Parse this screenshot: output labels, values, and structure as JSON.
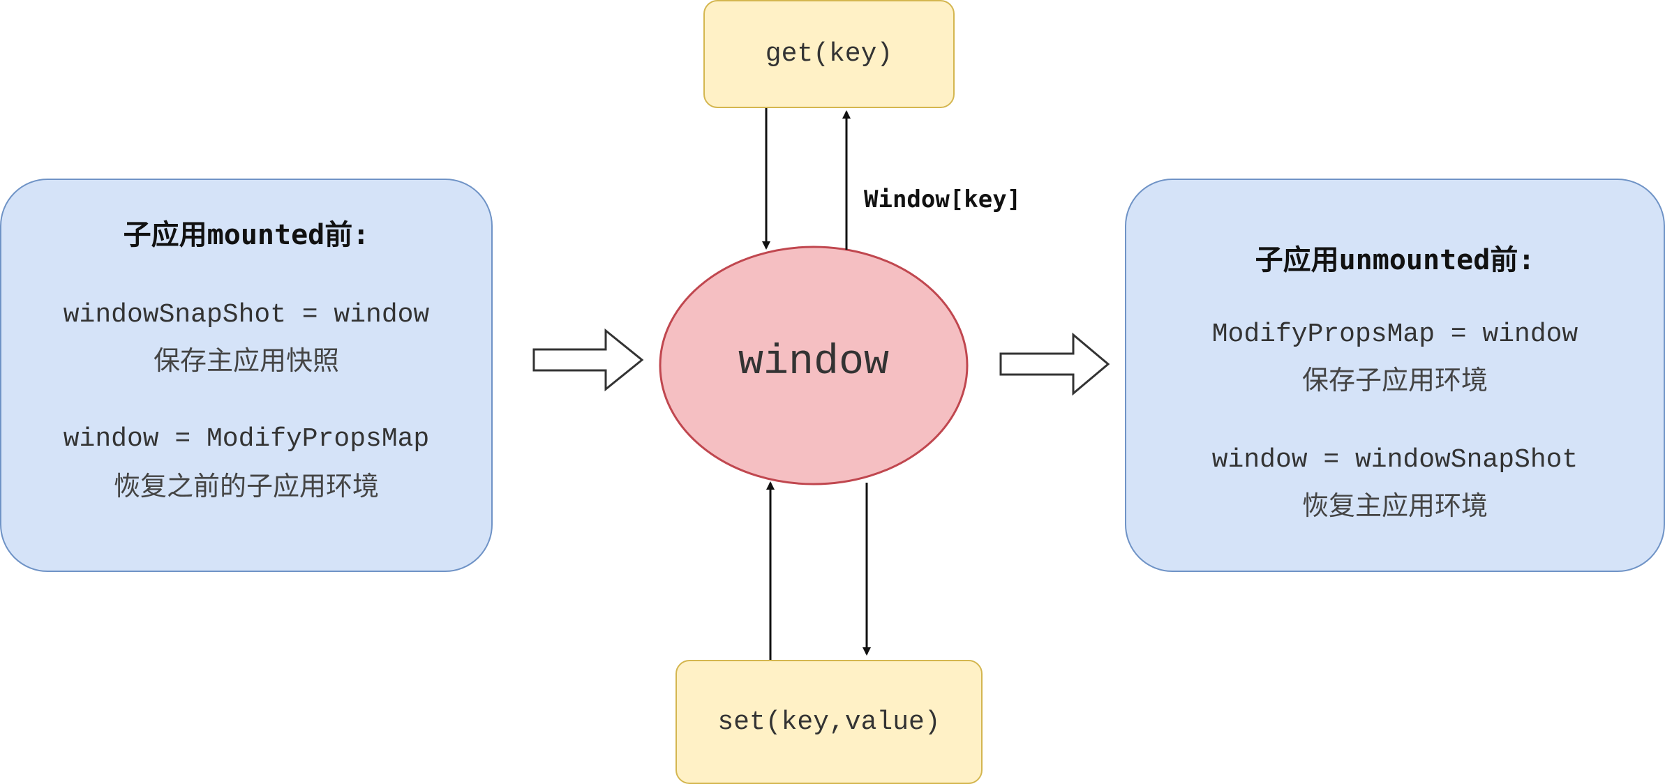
{
  "left_panel": {
    "title": "子应用mounted前:",
    "line1": "windowSnapShot = window",
    "line2": "保存主应用快照",
    "line3": "window = ModifyPropsMap",
    "line4": "恢复之前的子应用环境"
  },
  "right_panel": {
    "title": "子应用unmounted前:",
    "line1": "ModifyPropsMap = window",
    "line2": "保存子应用环境",
    "line3": "window = windowSnapShot",
    "line4": "恢复主应用环境"
  },
  "center": {
    "label": "window"
  },
  "get_box": {
    "label": "get(key)"
  },
  "set_box": {
    "label": "set(key,value)"
  },
  "edge_label": "Window[key]",
  "colors": {
    "panel_fill": "#d5e3f8",
    "panel_border": "#6f93c6",
    "ellipse_fill": "#f5bfc2",
    "ellipse_border": "#c0474f",
    "op_fill": "#fff1c6",
    "op_border": "#d4b64f",
    "arrow": "#111111"
  }
}
